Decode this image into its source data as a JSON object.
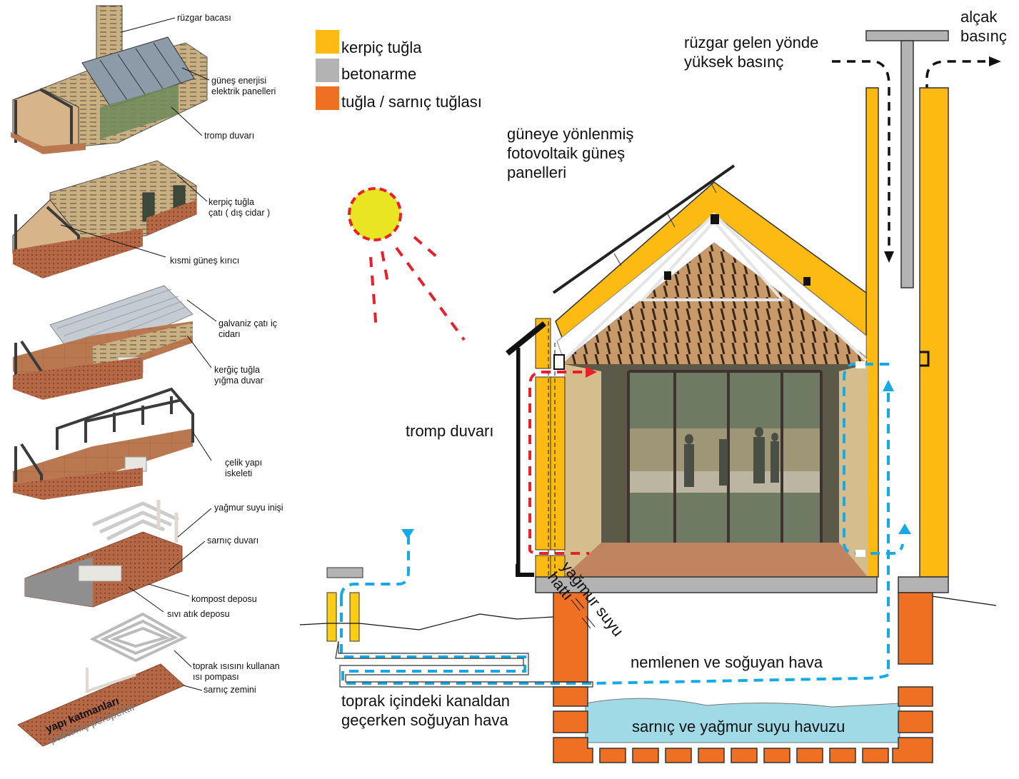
{
  "legend": {
    "items": [
      {
        "label": "kerpiç tuğla",
        "color": "#FDBA12"
      },
      {
        "label": "betonarme",
        "color": "#B3B3B3"
      },
      {
        "label": "tuğla / sarnıç tuğlası",
        "color": "#F07023"
      }
    ]
  },
  "exploded": {
    "callouts": [
      "rüzgar bacası",
      "güneş enerjisi\nelektrik panelleri",
      "tromp duvarı",
      "kerpiç tuğla\nçatı ( dış cidar )",
      "kısmi güneş kırıcı",
      "galvaniz çatı iç\ncidarı",
      "kerğiç tuğla\nyığma duvar",
      "çelik yapı\niskeleti",
      "yağmur suyu inişi",
      "sarnıç duvarı",
      "kompost deposu",
      "sıvı atık deposu",
      "toprak ısısını kullanan\nısı pompası",
      "sarnıç zemini"
    ],
    "title": "yapı katmanları",
    "subtitle": "patlamış perspektif"
  },
  "section": {
    "wind_high": "rüzgar gelen yönde\nyüksek basınç",
    "wind_low": "alçak\nbasınç",
    "pv_label": "güneye yönlenmiş\nfotovoltaik güneş\npanelleri",
    "tromp_label": "tromp duvarı",
    "rain_label": "yağmur suyu\nhattı",
    "humid_air": "nemlenen ve soğuyan hava",
    "earth_duct": "toprak içindeki kanaldan\ngeçerken soğuyan hava",
    "cistern": "sarnıç ve yağmur suyu havuzu"
  },
  "colors": {
    "adobe": "#FDBA12",
    "concrete": "#B3B3B3",
    "brick": "#F07023",
    "water": "#9FDAE6",
    "cool_air": "#15A9E6",
    "warm_air": "#E8202A",
    "sun": "#E9E522"
  }
}
